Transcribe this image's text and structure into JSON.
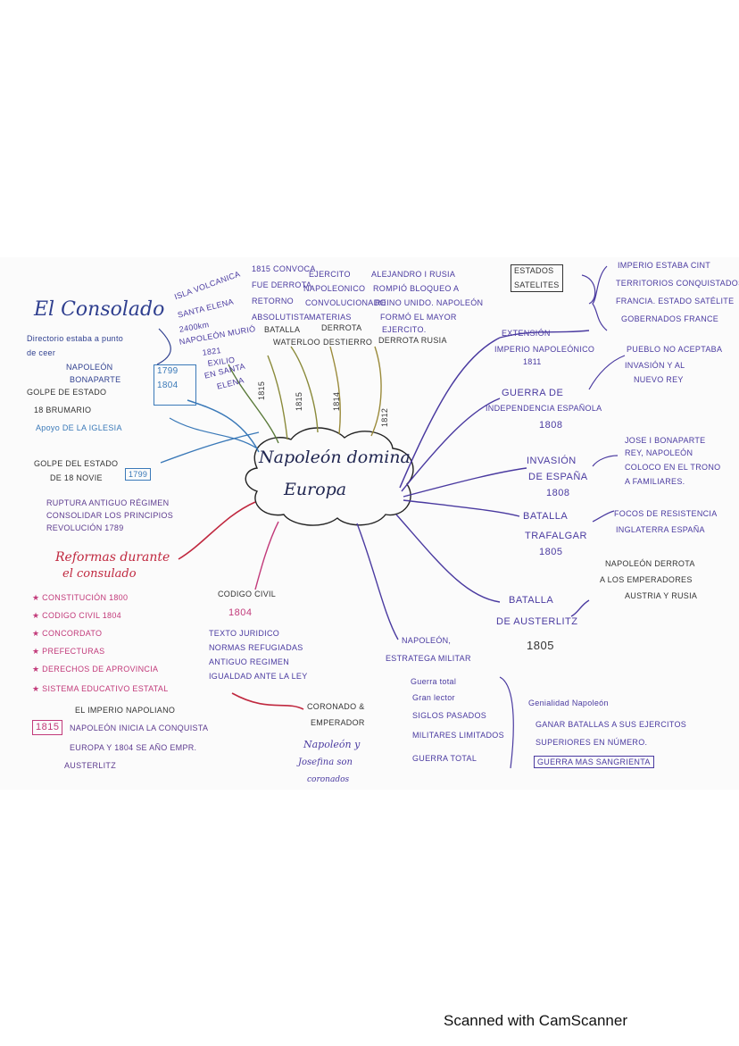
{
  "center": {
    "line1": "Napoleón domina",
    "line2": "Europa"
  },
  "consulado": {
    "title": "El Consolado",
    "directorio": [
      "Directorio estaba a punto",
      "de ceer"
    ],
    "napoleon": [
      "NAPOLEÓN",
      "BONAPARTE"
    ],
    "box_years": [
      "1799",
      "1804"
    ],
    "golpe_estado": [
      "GOLPE DE ESTADO",
      "18 BRUMARIO"
    ],
    "apoyo": "Apoyo DE LA IGLESIA",
    "golpe_nov": [
      "GOLPE DEL ESTADO",
      "DE 18 NOVIE"
    ],
    "box_1799": "1799",
    "ruptura": [
      "RUPTURA ANTIGUO RÉGIMEN",
      "CONSOLIDAR LOS PRINCIPIOS",
      "REVOLUCIÓN 1789"
    ]
  },
  "reformas": {
    "title": [
      "Reformas durante",
      "el consulado"
    ],
    "items": [
      "CONSTITUCIÓN 1800",
      "CODIGO CIVIL 1804",
      "CONCORDATO",
      "PREFECTURAS",
      "DERECHOS DE APROVINCIA",
      "SISTEMA EDUCATIVO ESTATAL"
    ]
  },
  "codigo": {
    "title": "CODIGO CIVIL",
    "year": "1804",
    "lines": [
      "TEXTO JURIDICO",
      "NORMAS REFUGIADAS",
      "ANTIGUO REGIMEN",
      "IGUALDAD ANTE LA LEY"
    ]
  },
  "imperio": {
    "title": "EL IMPERIO NAPOLIANO",
    "year": "1815",
    "lines": [
      "NAPOLEÓN INICIA LA CONQUISTA",
      "EUROPA Y 1804 SE AÑO EMPR.",
      "AUSTERLITZ"
    ],
    "coronado": [
      "CORONADO &",
      "EMPERADOR"
    ],
    "josefina": [
      "Napoleón y",
      "Josefina son",
      "coronados"
    ]
  },
  "top": {
    "isla": [
      "ISLA VOLCANICA",
      "SANTA ELENA",
      "2400km",
      "NAPOLEÓN MURIÓ",
      "1821",
      "EXILIO",
      "EN SANTA",
      "ELENA"
    ],
    "e1815": [
      "1815 CONVOCA",
      "FUE DERROTA",
      "RETORNO",
      "ABSOLUTISTA"
    ],
    "ejercito": [
      "EJERCITO",
      "NAPOLEONICO",
      "CONVOLUCIONADO",
      "MATERIAS"
    ],
    "alejandro": [
      "ALEJANDRO I RUSIA",
      "ROMPIÓ BLOQUEO A",
      "REINO UNIDO. NAPOLEÓN",
      "FORMÓ EL MAYOR",
      "EJERCITO."
    ],
    "batalla": [
      "BATALLA",
      "WATERLOO"
    ],
    "derrota": [
      "DERROTA",
      "DESTIERRO"
    ],
    "derrota_rusia": "DERROTA RUSIA",
    "years": [
      "1815",
      "1815",
      "1814",
      "1812"
    ]
  },
  "right": {
    "estados": [
      "ESTADOS",
      "SATELITES"
    ],
    "imperio_lines": [
      "IMPERIO ESTABA CINT",
      "TERRITORIOS CONQUISTADOS",
      "FRANCIA. ESTADO SATÉLITE",
      "GOBERNADOS FRANCE"
    ],
    "extension": "EXTENSIÓN",
    "imperio_nap": [
      "IMPERIO NAPOLEÓNICO",
      "1811"
    ],
    "pueblo": [
      "PUEBLO NO ACEPTABA",
      "INVASIÓN Y AL",
      "NUEVO REY"
    ],
    "guerra": [
      "GUERRA DE",
      "INDEPENDENCIA ESPAÑOLA",
      "1808"
    ],
    "jose": [
      "JOSE I BONAPARTE",
      "REY, NAPOLEÓN",
      "COLOCO EN EL TRONO",
      "A FAMILIARES."
    ],
    "invasion": [
      "INVASIÓN",
      "DE ESPAÑA",
      "1808"
    ],
    "focos": [
      "FOCOS DE RESISTENCIA",
      "INGLATERRA ESPAÑA"
    ],
    "trafalgar": [
      "BATALLA",
      "TRAFALGAR",
      "1805"
    ],
    "napoleon_derrota": [
      "NAPOLEÓN DERROTA",
      "A LOS EMPERADORES",
      "AUSTRIA Y RUSIA"
    ],
    "austerlitz": [
      "BATALLA",
      "DE AUSTERLITZ",
      "1805"
    ],
    "estratega": [
      "NAPOLEÓN,",
      "ESTRATEGA MILITAR"
    ],
    "estratega_items": [
      "Guerra total",
      "Gran lector",
      "SIGLOS PASADOS",
      "MILITARES LIMITADOS",
      "GUERRA TOTAL"
    ],
    "genialidad": [
      "Genialidad Napoleón",
      "GANAR BATALLAS A SUS EJERCITOS",
      "SUPERIORES EN NÚMERO."
    ],
    "guerra_sangrienta": "GUERRA MAS SANGRIENTA"
  },
  "footer": "Scanned with CamScanner"
}
